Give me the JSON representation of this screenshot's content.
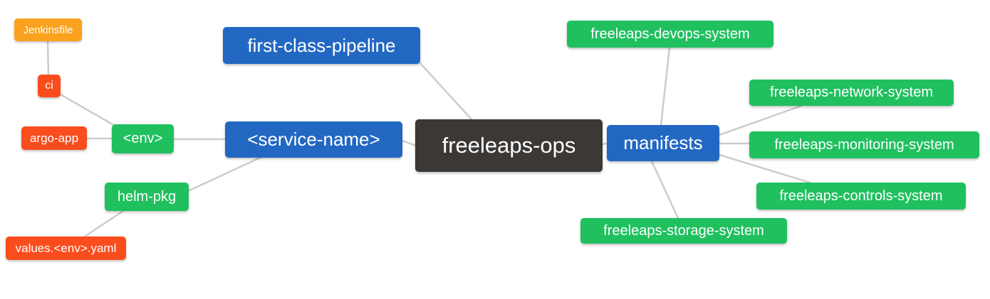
{
  "diagram": {
    "type": "mindmap",
    "root_label": "freeleaps-ops",
    "colors": {
      "blue": "#2268c3",
      "green": "#20c05f",
      "orange": "#faa21e",
      "red": "#f94d1e",
      "dark": "#3b3836",
      "edge": "#cccccc",
      "text": "#ffffff",
      "background": "#ffffff"
    },
    "nodes": [
      {
        "id": "jenkinsfile",
        "label": "Jenkinsfile",
        "color": "orange"
      },
      {
        "id": "ci",
        "label": "ci",
        "color": "red"
      },
      {
        "id": "argo-app",
        "label": "argo-app",
        "color": "red"
      },
      {
        "id": "env",
        "label": "<env>",
        "color": "green"
      },
      {
        "id": "helm-pkg",
        "label": "helm-pkg",
        "color": "green"
      },
      {
        "id": "values-env-yaml",
        "label": "values.<env>.yaml",
        "color": "red"
      },
      {
        "id": "first-class-pipeline",
        "label": "first-class-pipeline",
        "color": "blue"
      },
      {
        "id": "service-name",
        "label": "<service-name>",
        "color": "blue"
      },
      {
        "id": "freeleaps-ops",
        "label": "freeleaps-ops",
        "color": "dark"
      },
      {
        "id": "manifests",
        "label": "manifests",
        "color": "blue"
      },
      {
        "id": "freeleaps-devops-system",
        "label": "freeleaps-devops-system",
        "color": "green"
      },
      {
        "id": "freeleaps-network-system",
        "label": "freeleaps-network-system",
        "color": "green"
      },
      {
        "id": "freeleaps-monitoring-system",
        "label": "freeleaps-monitoring-system",
        "color": "green"
      },
      {
        "id": "freeleaps-controls-system",
        "label": "freeleaps-controls-system",
        "color": "green"
      },
      {
        "id": "freeleaps-storage-system",
        "label": "freeleaps-storage-system",
        "color": "green"
      }
    ],
    "edges": [
      {
        "from": "jenkinsfile",
        "to": "ci"
      },
      {
        "from": "ci",
        "to": "env"
      },
      {
        "from": "argo-app",
        "to": "env"
      },
      {
        "from": "env",
        "to": "service-name"
      },
      {
        "from": "helm-pkg",
        "to": "service-name"
      },
      {
        "from": "values-env-yaml",
        "to": "helm-pkg"
      },
      {
        "from": "first-class-pipeline",
        "to": "freeleaps-ops"
      },
      {
        "from": "service-name",
        "to": "freeleaps-ops"
      },
      {
        "from": "freeleaps-ops",
        "to": "manifests"
      },
      {
        "from": "manifests",
        "to": "freeleaps-devops-system"
      },
      {
        "from": "manifests",
        "to": "freeleaps-network-system"
      },
      {
        "from": "manifests",
        "to": "freeleaps-monitoring-system"
      },
      {
        "from": "manifests",
        "to": "freeleaps-controls-system"
      },
      {
        "from": "manifests",
        "to": "freeleaps-storage-system"
      }
    ]
  }
}
